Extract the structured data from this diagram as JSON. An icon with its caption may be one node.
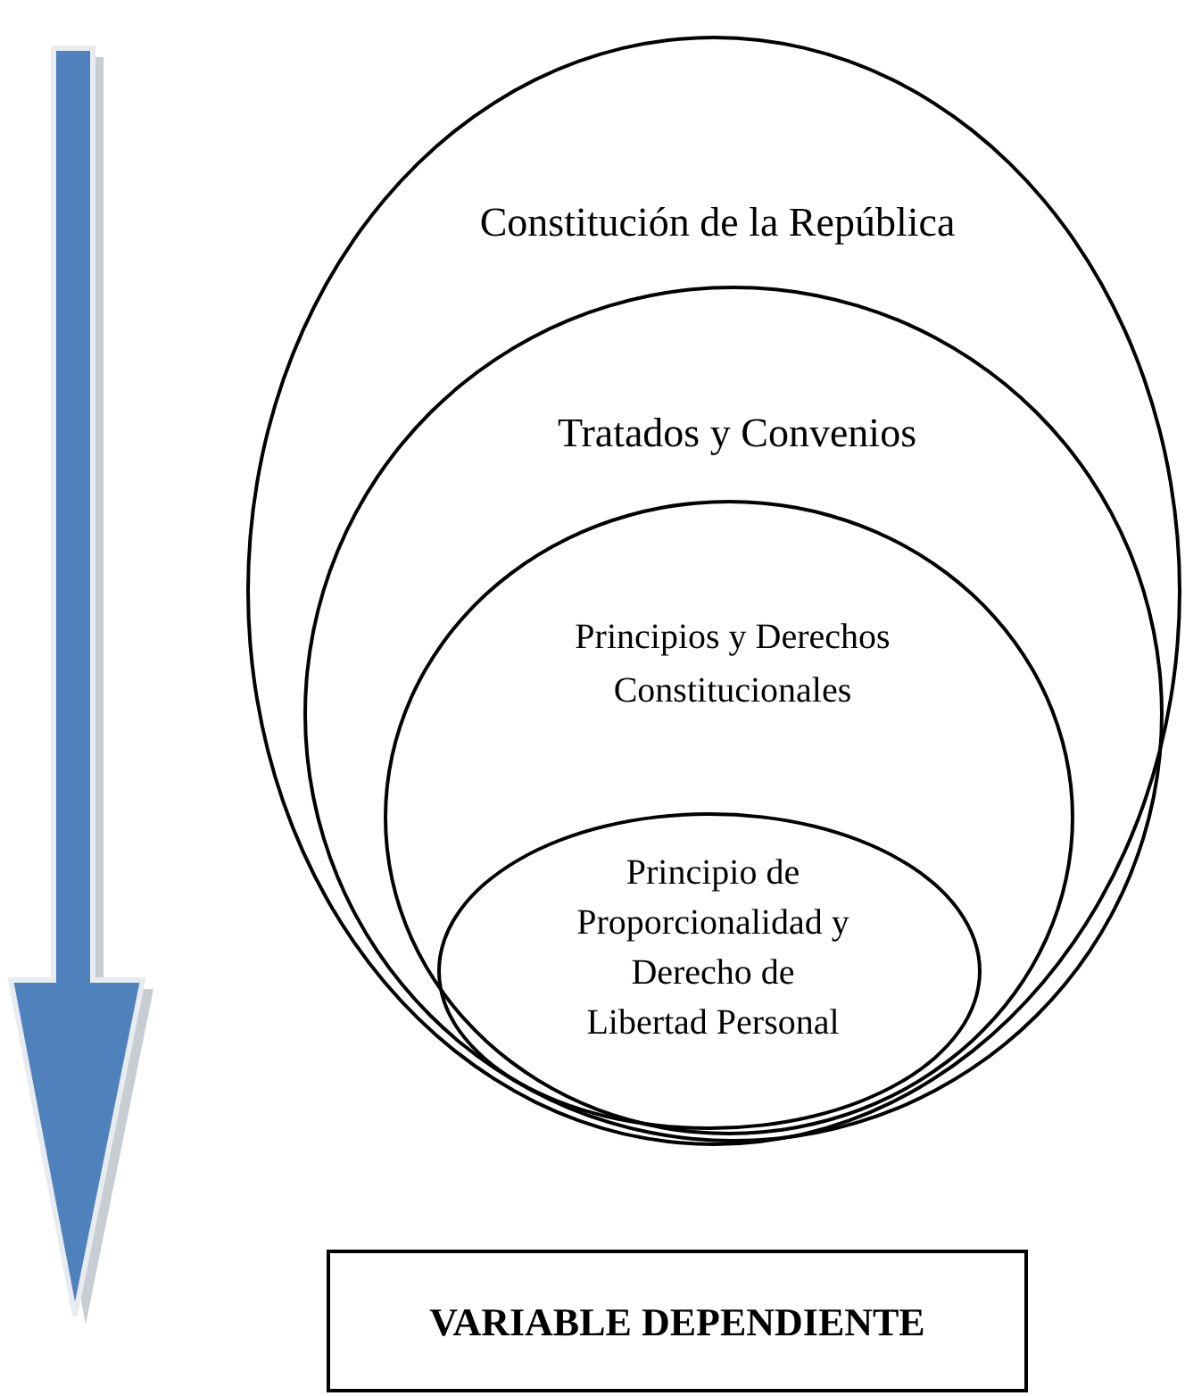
{
  "diagram": {
    "nodes": [
      {
        "text": [
          "Constitución de la República"
        ]
      },
      {
        "text": [
          "Tratados y Convenios"
        ],
        "in": 0
      },
      {
        "text": [
          "Principios y Derechos Constitucionales"
        ],
        "in": 1
      },
      {
        "text": [
          "Principio de Proporcionalidad y Derecho de Libertad Personal"
        ],
        "in": 2
      },
      {
        "text": [
          "VARIABLE DEPENDIENTE"
        ]
      }
    ]
  }
}
